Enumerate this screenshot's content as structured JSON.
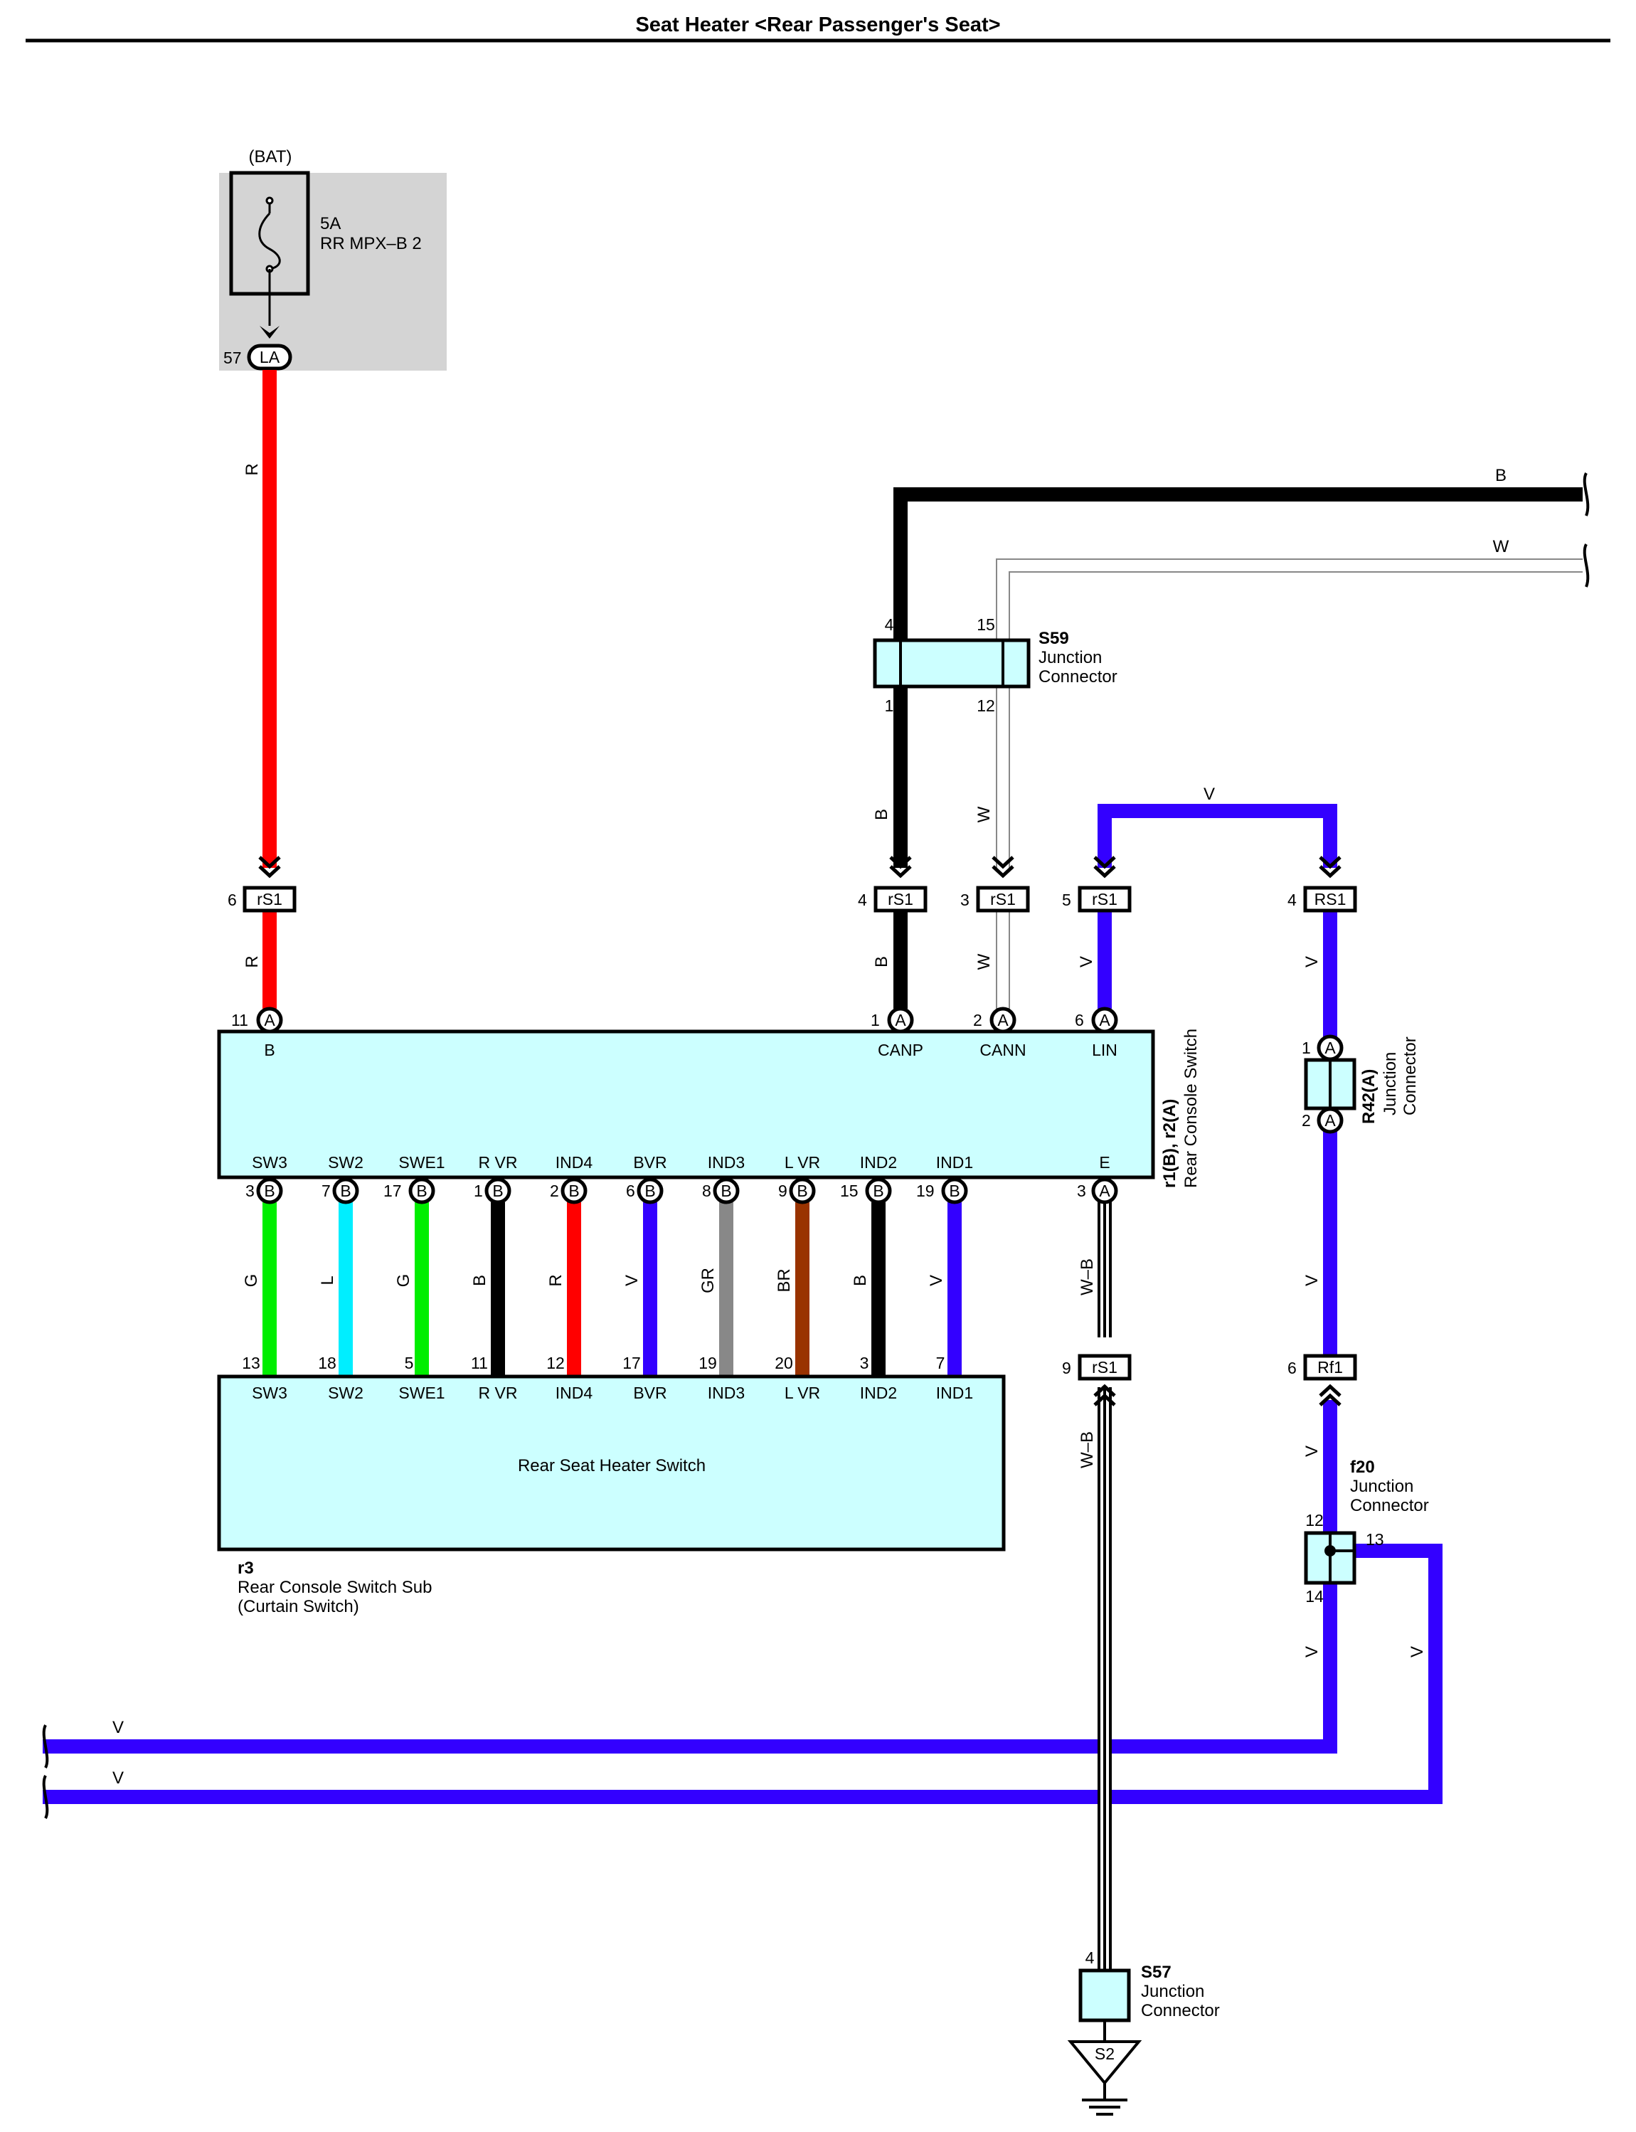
{
  "title": "Seat Heater <Rear Passenger's Seat>",
  "battery": {
    "label": "(BAT)",
    "fuse_rating": "5A",
    "fuse_name": "RR MPX–B 2",
    "pin": "57",
    "conn": "LA"
  },
  "wire_colors": {
    "R": "#ff0000",
    "B": "#000000",
    "W": "#ffffff",
    "V": "#3300ff",
    "G": "#00ee00",
    "L": "#00eeff",
    "GR": "#888888",
    "BR": "#993300"
  },
  "wires": {
    "r_bat": "R",
    "r_low": "R",
    "b_top": "B",
    "w_top": "W",
    "b_mid": "B",
    "w_mid": "W",
    "b_low": "B",
    "w_low": "W",
    "v_top": "V",
    "v_lin": "V",
    "v_rs1": "V",
    "v_r42": "V",
    "v_rf1": "V",
    "v_f20": "V",
    "v_f20b": "V",
    "e_wb1": "W–B",
    "e_wb2": "W–B",
    "v_bus1": "V",
    "v_bus2": "V"
  },
  "s59": {
    "id": "S59",
    "desc1": "Junction",
    "desc2": "Connector",
    "pin_tl": "4",
    "pin_tr": "15",
    "pin_bl": "1",
    "pin_br": "12"
  },
  "inline_conn": [
    {
      "pin": "6",
      "name": "rS1"
    },
    {
      "pin": "4",
      "name": "rS1"
    },
    {
      "pin": "3",
      "name": "rS1"
    },
    {
      "pin": "5",
      "name": "rS1"
    },
    {
      "pin": "4",
      "name": "RS1"
    },
    {
      "pin": "9",
      "name": "rS1"
    },
    {
      "pin": "6",
      "name": "Rf1"
    }
  ],
  "console": {
    "id": "r1(B), r2(A)",
    "name": "Rear Console Switch",
    "top_pins": [
      {
        "num": "11",
        "conn": "A",
        "label": "B"
      },
      {
        "num": "1",
        "conn": "A",
        "label": "CANP"
      },
      {
        "num": "2",
        "conn": "A",
        "label": "CANN"
      },
      {
        "num": "6",
        "conn": "A",
        "label": "LIN"
      }
    ],
    "bottom_pins": [
      {
        "num": "3",
        "conn": "B",
        "label": "SW3"
      },
      {
        "num": "7",
        "conn": "B",
        "label": "SW2"
      },
      {
        "num": "17",
        "conn": "B",
        "label": "SWE1"
      },
      {
        "num": "1",
        "conn": "B",
        "label": "R VR"
      },
      {
        "num": "2",
        "conn": "B",
        "label": "IND4"
      },
      {
        "num": "6",
        "conn": "B",
        "label": "BVR"
      },
      {
        "num": "8",
        "conn": "B",
        "label": "IND3"
      },
      {
        "num": "9",
        "conn": "B",
        "label": "L VR"
      },
      {
        "num": "15",
        "conn": "B",
        "label": "IND2"
      },
      {
        "num": "19",
        "conn": "B",
        "label": "IND1"
      },
      {
        "num": "3",
        "conn": "A",
        "label": "E"
      }
    ]
  },
  "switch_wires": [
    {
      "color": "G",
      "lower_pin": "13"
    },
    {
      "color": "L",
      "lower_pin": "18"
    },
    {
      "color": "G",
      "lower_pin": "5"
    },
    {
      "color": "B",
      "lower_pin": "11"
    },
    {
      "color": "R",
      "lower_pin": "12"
    },
    {
      "color": "V",
      "lower_pin": "17"
    },
    {
      "color": "GR",
      "lower_pin": "19"
    },
    {
      "color": "BR",
      "lower_pin": "20"
    },
    {
      "color": "B",
      "lower_pin": "3"
    },
    {
      "color": "V",
      "lower_pin": "7"
    }
  ],
  "heater_switch": {
    "name": "Rear Seat Heater Switch",
    "pin_labels": [
      "SW3",
      "SW2",
      "SWE1",
      "R VR",
      "IND4",
      "BVR",
      "IND3",
      "L VR",
      "IND2",
      "IND1"
    ]
  },
  "sub_switch": {
    "id": "r3",
    "name1": "Rear Console Switch Sub",
    "name2": "(Curtain Switch)"
  },
  "r42": {
    "id": "R42(A)",
    "desc1": "Junction",
    "desc2": "Connector",
    "pin_top": "1",
    "conn_top": "A",
    "pin_bot": "2",
    "conn_bot": "A"
  },
  "f20": {
    "id": "f20",
    "desc1": "Junction",
    "desc2": "Connector",
    "pin_top": "12",
    "pin_right": "13",
    "pin_bot": "14"
  },
  "s57": {
    "id": "S57",
    "desc1": "Junction",
    "desc2": "Connector",
    "pin": "4"
  },
  "ground": {
    "label": "S2"
  }
}
